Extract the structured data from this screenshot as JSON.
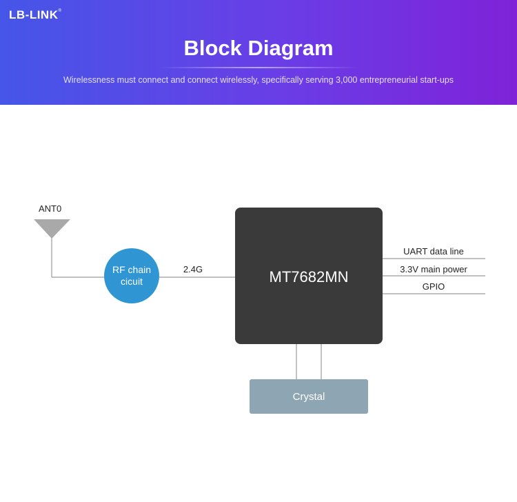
{
  "header": {
    "logo": "LB-LINK",
    "logo_mark": "®",
    "title": "Block Diagram",
    "subtitle": "Wirelessness must connect and connect wirelessly, specifically serving 3,000 entrepreneurial start-ups"
  },
  "diagram": {
    "antenna_label": "ANT0",
    "rf_block_line1": "RF chain",
    "rf_block_line2": "cicuit",
    "link_label": "2.4G",
    "chip_label": "MT7682MN",
    "interfaces": [
      "UART data line",
      "3.3V main power",
      "GPIO"
    ],
    "crystal_label": "Crystal"
  },
  "colors": {
    "header_gradient_start": "#4556e8",
    "header_gradient_end": "#7f22d8",
    "chip_fill": "#3a3a3a",
    "rf_fill": "#2f96d3",
    "crystal_fill": "#8ea6b3",
    "antenna_fill": "#a9a9a9",
    "line": "#9a9a9a"
  }
}
